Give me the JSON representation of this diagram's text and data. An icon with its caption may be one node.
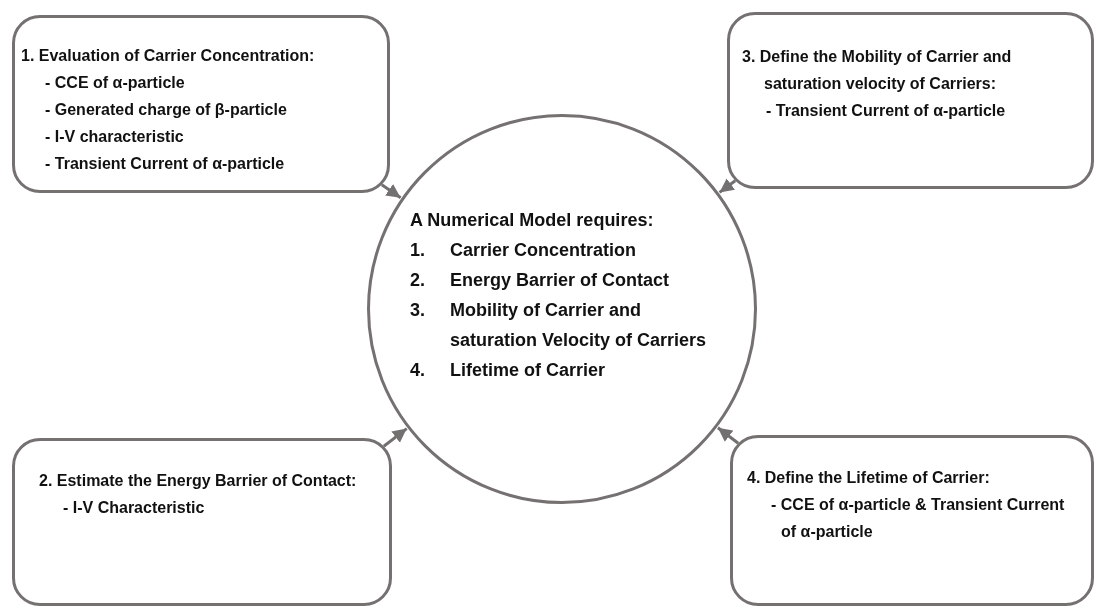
{
  "diagram": {
    "nodes": [
      {
        "text": [
          "1. Evaluation of Carrier Concentration:",
          "- CCE of α-particle",
          "- Generated charge of β-particle",
          "- I-V characteristic",
          "- Transient Current of α-particle"
        ]
      },
      {
        "text": [
          "3. Define the Mobility of Carrier and saturation velocity of Carriers:",
          "- Transient Current of α-particle"
        ]
      },
      {
        "text": [
          "A Numerical Model requires:",
          "1. Carrier Concentration",
          "2. Energy Barrier of Contact",
          "3. Mobility of Carrier and saturation Velocity of Carriers",
          "4. Lifetime of Carrier"
        ]
      },
      {
        "text": [
          "2. Estimate the Energy Barrier of Contact:",
          "- I-V Characteristic"
        ]
      },
      {
        "text": [
          "4. Define the Lifetime of Carrier:",
          "- CCE of α-particle & Transient Current of α-particle"
        ]
      }
    ],
    "edges": [
      {
        "from": 0,
        "to": 2,
        "arrow": "to"
      },
      {
        "from": 1,
        "to": 2,
        "arrow": "to"
      },
      {
        "from": 3,
        "to": 2,
        "arrow": "to"
      },
      {
        "from": 4,
        "to": 2,
        "arrow": "to"
      }
    ]
  }
}
